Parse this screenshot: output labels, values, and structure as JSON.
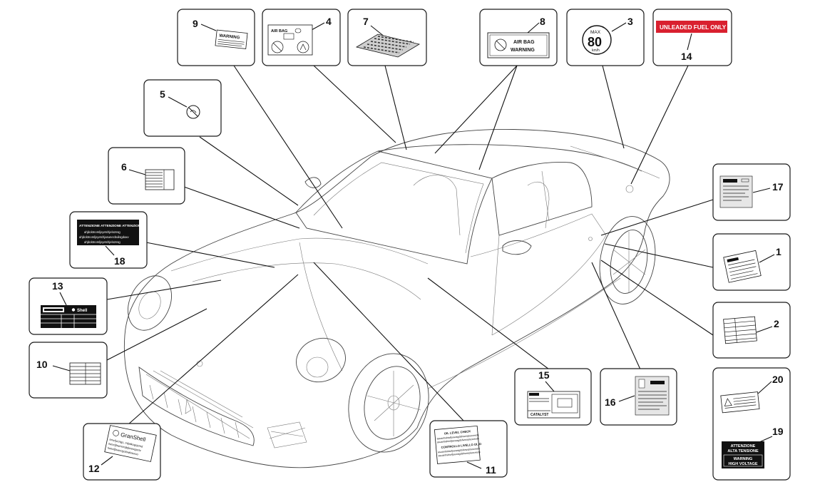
{
  "callouts": [
    {
      "n": "1"
    },
    {
      "n": "2"
    },
    {
      "n": "3"
    },
    {
      "n": "4"
    },
    {
      "n": "5"
    },
    {
      "n": "6"
    },
    {
      "n": "7"
    },
    {
      "n": "8"
    },
    {
      "n": "9"
    },
    {
      "n": "10"
    },
    {
      "n": "11"
    },
    {
      "n": "12"
    },
    {
      "n": "13"
    },
    {
      "n": "14"
    },
    {
      "n": "15"
    },
    {
      "n": "16"
    },
    {
      "n": "17"
    },
    {
      "n": "18"
    },
    {
      "n": "19"
    },
    {
      "n": "20"
    }
  ],
  "labels": {
    "fuel": "UNLEADED FUEL ONLY",
    "speed_max": "MAX",
    "speed_value": "80",
    "speed_unit": "km/h",
    "airbag_line1": "AIR BAG",
    "airbag_line2": "WARNING",
    "airbag_small": "AIR BAG",
    "warning": "WARNING",
    "attenzione_header": "ATTENZIONE  ATTENZIONE  ATTENZIONE",
    "attenzione_lines": [
      "ahjkcktnomljoyetchjeloznsg",
      "ahjkcktnomljoyetchjasunecbulisgdaxv",
      "ahjkcktnomljoyetchjeloznsg"
    ],
    "shell": "Shell",
    "granshell": "GranShell",
    "granshell_lines": [
      "hmcfjvcrtgs, mlpdksgsjcmd",
      "fsmcfjbwmorsjbjkceoppolv",
      "fsmcfjbwmojyzbwbasxxo"
    ],
    "oil_title": "OIL LEVEL CHECK",
    "oil_lines_a": [
      "asuanbsbiwfjsewagdsfwwopisocesde",
      "asuanbsbiwfjsewagdsfwwopisocesde"
    ],
    "oil_subtitle": "CONTROLLO LIVELLO OLIO",
    "oil_lines_b": [
      "asuanbsbiwfjsewagdsfwwopisocesde",
      "asuanbsbiwfjsewagdsfwwopisocesde"
    ],
    "catalyst": "CATALYST",
    "alta_line1": "ATTENZIONE",
    "alta_line2": "ALTA TENSIONE",
    "hv_line1": "WARNING",
    "hv_line2": "HIGH VOLTAGE"
  },
  "colors": {
    "fuel_label_bg": "#d9202f",
    "ink": "#111111"
  }
}
